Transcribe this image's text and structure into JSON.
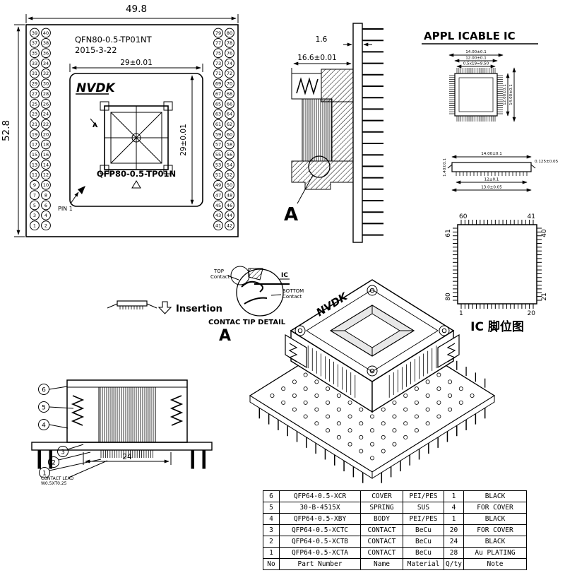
{
  "top_view": {
    "width_dim": "49.8",
    "height_dim": "52.8",
    "part_number": "QFN80-0.5-TP01NT",
    "date": "2015-3-22",
    "horizontal_dim": "29±0.01",
    "vertical_dim": "29±0.01",
    "logo": "NVDK",
    "socket_model": "QFP80-0.5-TP01N",
    "pin1_label": "PIN 1",
    "section_marker": "A",
    "left_pin_rows": [
      [
        39,
        40
      ],
      [
        37,
        38
      ],
      [
        35,
        36
      ],
      [
        33,
        34
      ],
      [
        31,
        32
      ],
      [
        29,
        30
      ],
      [
        27,
        28
      ],
      [
        25,
        26
      ],
      [
        23,
        24
      ],
      [
        21,
        22
      ],
      [
        19,
        20
      ],
      [
        17,
        18
      ],
      [
        15,
        16
      ],
      [
        13,
        14
      ],
      [
        11,
        12
      ],
      [
        9,
        10
      ],
      [
        7,
        8
      ],
      [
        5,
        6
      ],
      [
        3,
        4
      ],
      [
        1,
        2
      ]
    ],
    "right_pin_rows": [
      [
        79,
        80
      ],
      [
        77,
        78
      ],
      [
        75,
        76
      ],
      [
        73,
        74
      ],
      [
        71,
        72
      ],
      [
        69,
        70
      ],
      [
        67,
        68
      ],
      [
        65,
        66
      ],
      [
        63,
        64
      ],
      [
        61,
        62
      ],
      [
        59,
        60
      ],
      [
        57,
        58
      ],
      [
        55,
        56
      ],
      [
        53,
        54
      ],
      [
        51,
        52
      ],
      [
        49,
        50
      ],
      [
        47,
        48
      ],
      [
        45,
        46
      ],
      [
        43,
        44
      ],
      [
        41,
        42
      ]
    ]
  },
  "side_view": {
    "thickness_dim": "1.6",
    "width_dim": "16.6±0.01",
    "detail_label": "A"
  },
  "applicable_ic": {
    "title": "APPL ICABLE IC",
    "top_dims": [
      "14.00±0.1",
      "12.00±0.1",
      "0.5x19=9.50"
    ],
    "right_dims": [
      "12.00±0.1",
      "14.00±0.1"
    ],
    "side_top_dim": "14.00±0.1",
    "side_right_dim": "0.125±0.05",
    "side_left_dim": "1.40±0.1",
    "side_bottom_dims": [
      "12±0.1",
      "13.0±0.05"
    ],
    "pinout": {
      "top_left": "60",
      "top_right": "41",
      "left_top": "61",
      "left_bottom": "80",
      "right_top": "40",
      "right_bottom": "21",
      "bottom_left": "1",
      "bottom_right": "20"
    },
    "caption": "IC 脚位图"
  },
  "insertion": {
    "arrow_icon": "down-arrow",
    "label": "Insertion"
  },
  "contact_detail": {
    "top_line1": "TOP",
    "top_line2": "Contact",
    "ic_label": "IC",
    "bottom_line1": "BOTTOM",
    "bottom_line2": "Contact",
    "caption": "CONTAC TIP DETAIL",
    "detail_letter": "A"
  },
  "front_view": {
    "callouts_left": [
      "6",
      "5",
      "4"
    ],
    "callouts_bottom": [
      "3",
      "2",
      "1"
    ],
    "width_dim": "24",
    "lead_note_line1": "CONTACT LEAD",
    "lead_note_line2": "W0.5XT0.25"
  },
  "iso_view": {
    "logo": "NVDK"
  },
  "parts_table": {
    "headers": [
      "No",
      "Part Number",
      "Name",
      "Material",
      "Q/ty",
      "Note"
    ],
    "rows": [
      [
        "6",
        "QFP64-0.5-XCR",
        "COVER",
        "PEI/PES",
        "1",
        "BLACK"
      ],
      [
        "5",
        "30-B-4515X",
        "SPRING",
        "SUS",
        "4",
        "FOR COVER"
      ],
      [
        "4",
        "QFP64-0.5-XBY",
        "BODY",
        "PEI/PES",
        "1",
        "BLACK"
      ],
      [
        "3",
        "QFP64-0.5-XCTC",
        "CONTACT",
        "BeCu",
        "20",
        "FOR COVER"
      ],
      [
        "2",
        "QFP64-0.5-XCTB",
        "CONTACT",
        "BeCu",
        "24",
        "BLACK"
      ],
      [
        "1",
        "QFP64-0.5-XCTA",
        "CONTACT",
        "BeCu",
        "28",
        "Au PLATING"
      ]
    ]
  }
}
